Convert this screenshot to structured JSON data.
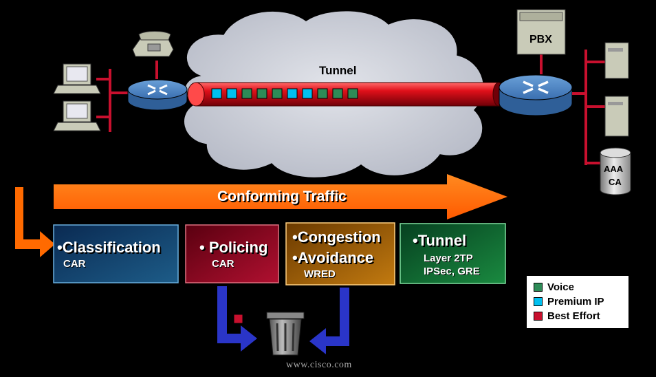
{
  "tunnel_label": "Tunnel",
  "pbx_label": "PBX",
  "aaa_label": "AAA",
  "ca_label": "CA",
  "arrow_label": "Conforming Traffic",
  "boxes": {
    "classification": {
      "title": "•Classification",
      "sub": "CAR"
    },
    "policing": {
      "title": "• Policing",
      "sub": "CAR"
    },
    "congestion": {
      "title1": "•Congestion",
      "title2": "•Avoidance",
      "sub": "WRED"
    },
    "tunnel": {
      "title": "•Tunnel",
      "sub1": "Layer 2TP",
      "sub2": "IPSec, GRE"
    }
  },
  "legend": [
    {
      "label": "Voice",
      "color": "#2e8b57"
    },
    {
      "label": "Premium IP",
      "color": "#00c0f0"
    },
    {
      "label": "Best Effort",
      "color": "#c8102e"
    }
  ],
  "footer": "www.cisco.com"
}
